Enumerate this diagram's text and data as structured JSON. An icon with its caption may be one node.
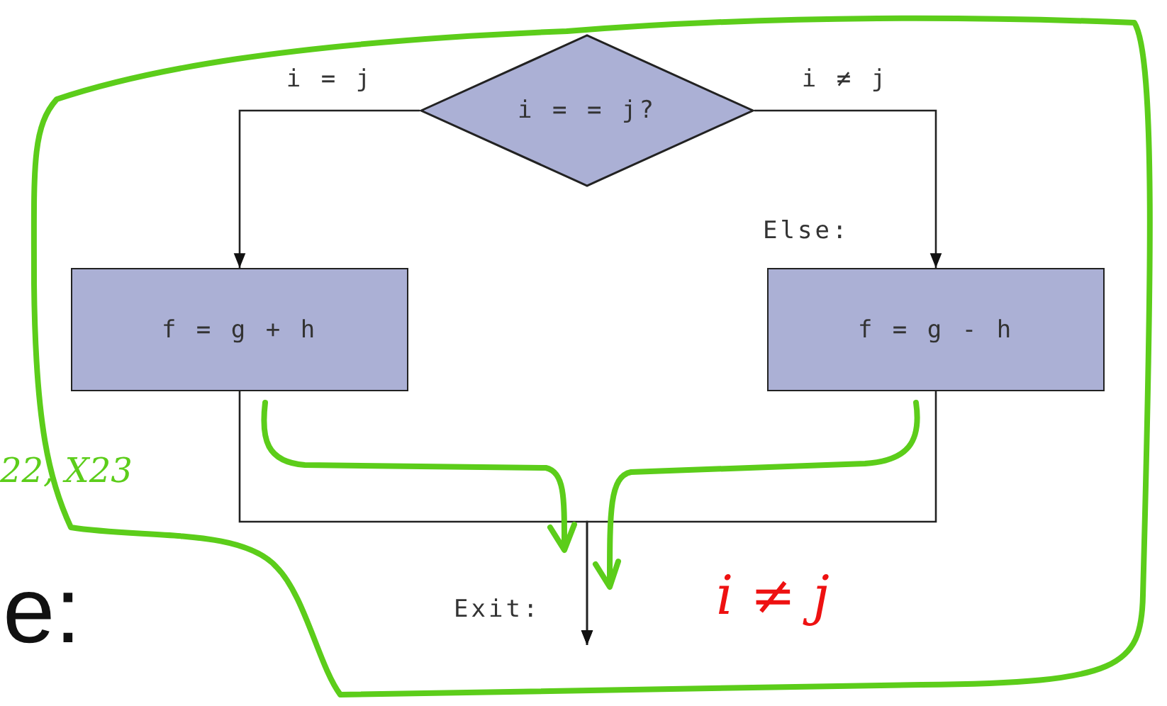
{
  "diagram": {
    "nodes": [
      {
        "text": [
          "i = = j?"
        ]
      },
      {
        "text": [
          "f = g + h"
        ]
      },
      {
        "text": [
          "f = g - h"
        ],
        "beside": [
          "Else:"
        ]
      }
    ],
    "edges": [
      {
        "from": 0,
        "to": 1,
        "arrow": "to",
        "label": "i = j"
      },
      {
        "from": 0,
        "to": 2,
        "arrow": "to",
        "label": "i ≠ j"
      },
      {
        "from": 1,
        "to": null,
        "arrow": "to"
      },
      {
        "from": 2,
        "to": null,
        "arrow": "to"
      }
    ],
    "labels": [
      "Exit:",
      "e:",
      "22, X23",
      "i ≠ j"
    ]
  }
}
